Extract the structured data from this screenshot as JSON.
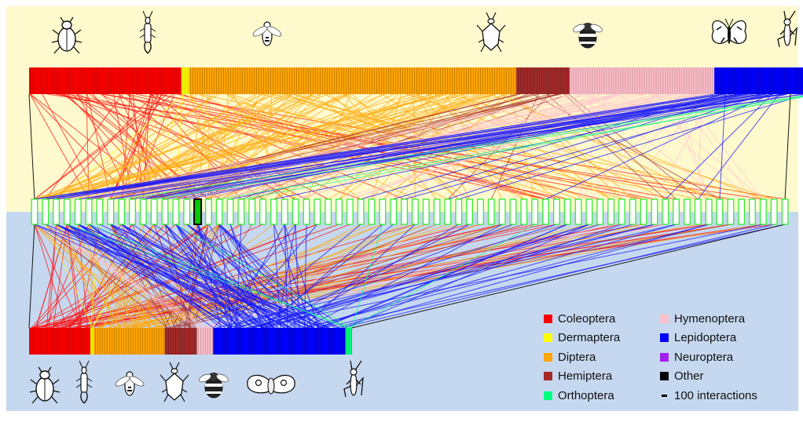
{
  "legend": {
    "items": [
      {
        "name": "coleoptera",
        "label": "Coleoptera",
        "color": "#ff0000"
      },
      {
        "name": "dermaptera",
        "label": "Dermaptera",
        "color": "#ffff00"
      },
      {
        "name": "diptera",
        "label": "Diptera",
        "color": "#ffa500"
      },
      {
        "name": "hemiptera",
        "label": "Hemiptera",
        "color": "#a52a2a"
      },
      {
        "name": "orthoptera",
        "label": "Orthoptera",
        "color": "#00ff7f"
      },
      {
        "name": "hymenoptera",
        "label": "Hymenoptera",
        "color": "#ffc0cb"
      },
      {
        "name": "lepidoptera",
        "label": "Lepidoptera",
        "color": "#0000ff"
      },
      {
        "name": "neuroptera",
        "label": "Neuroptera",
        "color": "#a020f0"
      },
      {
        "name": "other",
        "label": "Other",
        "color": "#000000"
      }
    ],
    "scale_label": "100 interactions"
  },
  "colors": {
    "top_background": "#fffacd",
    "bottom_background": "#c6d8ef",
    "plant_node_fill": "#ffffff",
    "plant_node_stroke": "#33ee33",
    "highlight_plant_fill": "#00cc00"
  },
  "networks": {
    "top": {
      "insect_icons": [
        "beetle-icon",
        "earwig-icon",
        "fly-icon",
        "shieldbug-icon",
        "bumblebee-icon",
        "butterfly-icon",
        "grasshopper-icon"
      ],
      "order_blocks": [
        {
          "order": "coleoptera",
          "share": 0.2
        },
        {
          "order": "dermaptera",
          "share": 0.01
        },
        {
          "order": "diptera",
          "share": 0.43
        },
        {
          "order": "hemiptera",
          "share": 0.07
        },
        {
          "order": "hymenoptera",
          "share": 0.19
        },
        {
          "order": "lepidoptera",
          "share": 0.13
        },
        {
          "order": "orthoptera",
          "share": 0.01
        }
      ]
    },
    "bottom": {
      "insect_icons": [
        "beetle-icon",
        "earwig-icon",
        "fly-icon",
        "shieldbug-icon",
        "bumblebee-icon",
        "moth-icon",
        "grasshopper-icon"
      ],
      "order_blocks": [
        {
          "order": "coleoptera",
          "share": 0.19
        },
        {
          "order": "dermaptera",
          "share": 0.01
        },
        {
          "order": "diptera",
          "share": 0.22
        },
        {
          "order": "hemiptera",
          "share": 0.1
        },
        {
          "order": "hymenoptera",
          "share": 0.05
        },
        {
          "order": "lepidoptera",
          "share": 0.41
        },
        {
          "order": "orthoptera",
          "share": 0.02
        }
      ]
    }
  }
}
